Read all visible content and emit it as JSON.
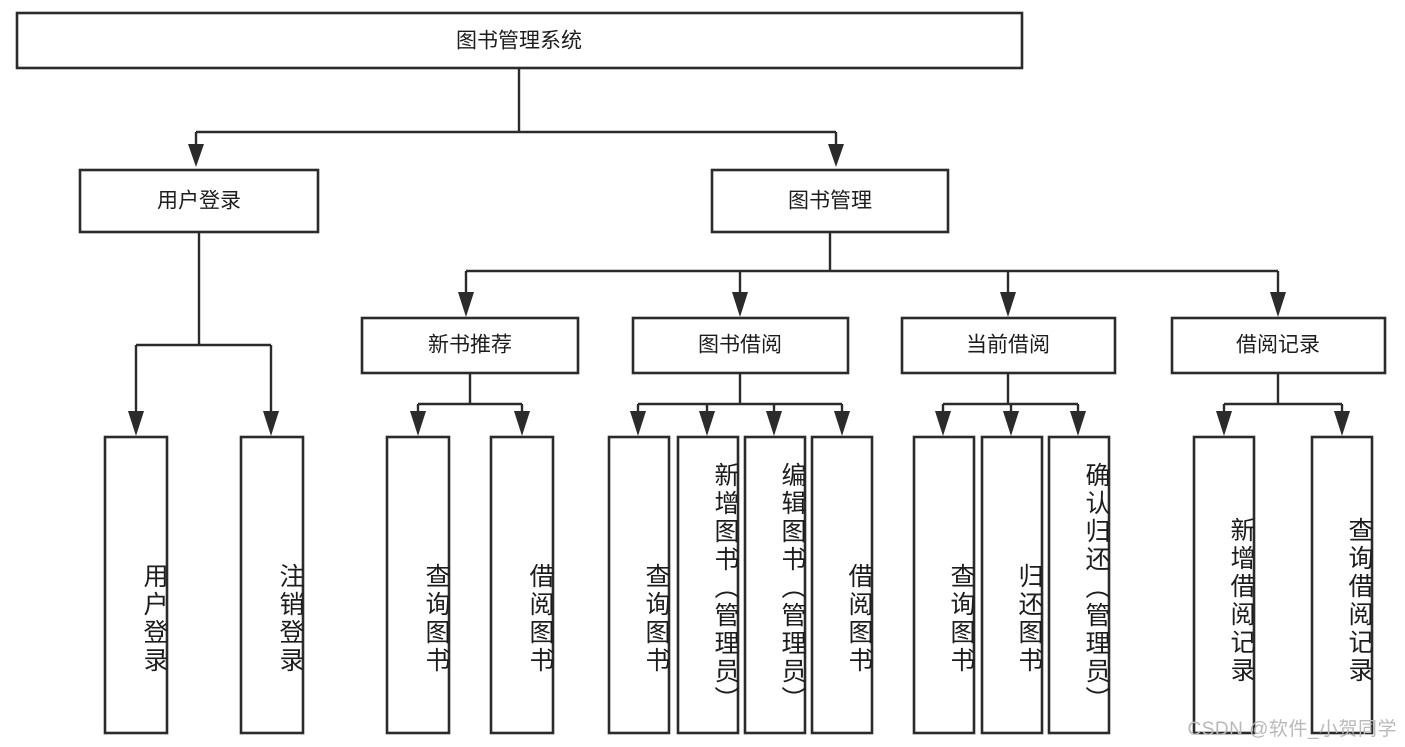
{
  "diagram": {
    "type": "tree-hierarchy-flowchart",
    "title": "图书管理系统",
    "watermark": "CSDN @软件_小贺同学",
    "colors": {
      "stroke": "#2b2b2b",
      "fill": "#ffffff",
      "text": "#1d1d1d",
      "watermark": "#b9b9b9",
      "background": "#ffffff"
    },
    "levels": {
      "root": {
        "label": "图书管理系统"
      },
      "level2": [
        {
          "label": "用户登录"
        },
        {
          "label": "图书管理"
        }
      ],
      "level3": [
        {
          "label": "新书推荐"
        },
        {
          "label": "图书借阅"
        },
        {
          "label": "当前借阅"
        },
        {
          "label": "借阅记录"
        }
      ]
    },
    "leaves": {
      "user_login": [
        {
          "label": "用户登录"
        },
        {
          "label": "注销登录"
        }
      ],
      "new_book_recommend": [
        {
          "label": "查询图书"
        },
        {
          "label": "借阅图书"
        }
      ],
      "book_borrow": [
        {
          "label": "查询图书"
        },
        {
          "label": "新增图书（管理员）"
        },
        {
          "label": "编辑图书（管理员）"
        },
        {
          "label": "借阅图书"
        }
      ],
      "current_borrow": [
        {
          "label": "查询图书"
        },
        {
          "label": "归还图书"
        },
        {
          "label": "确认归还（管理员）"
        }
      ],
      "borrow_record": [
        {
          "label": "新增借阅记录"
        },
        {
          "label": "查询借阅记录"
        }
      ]
    }
  }
}
